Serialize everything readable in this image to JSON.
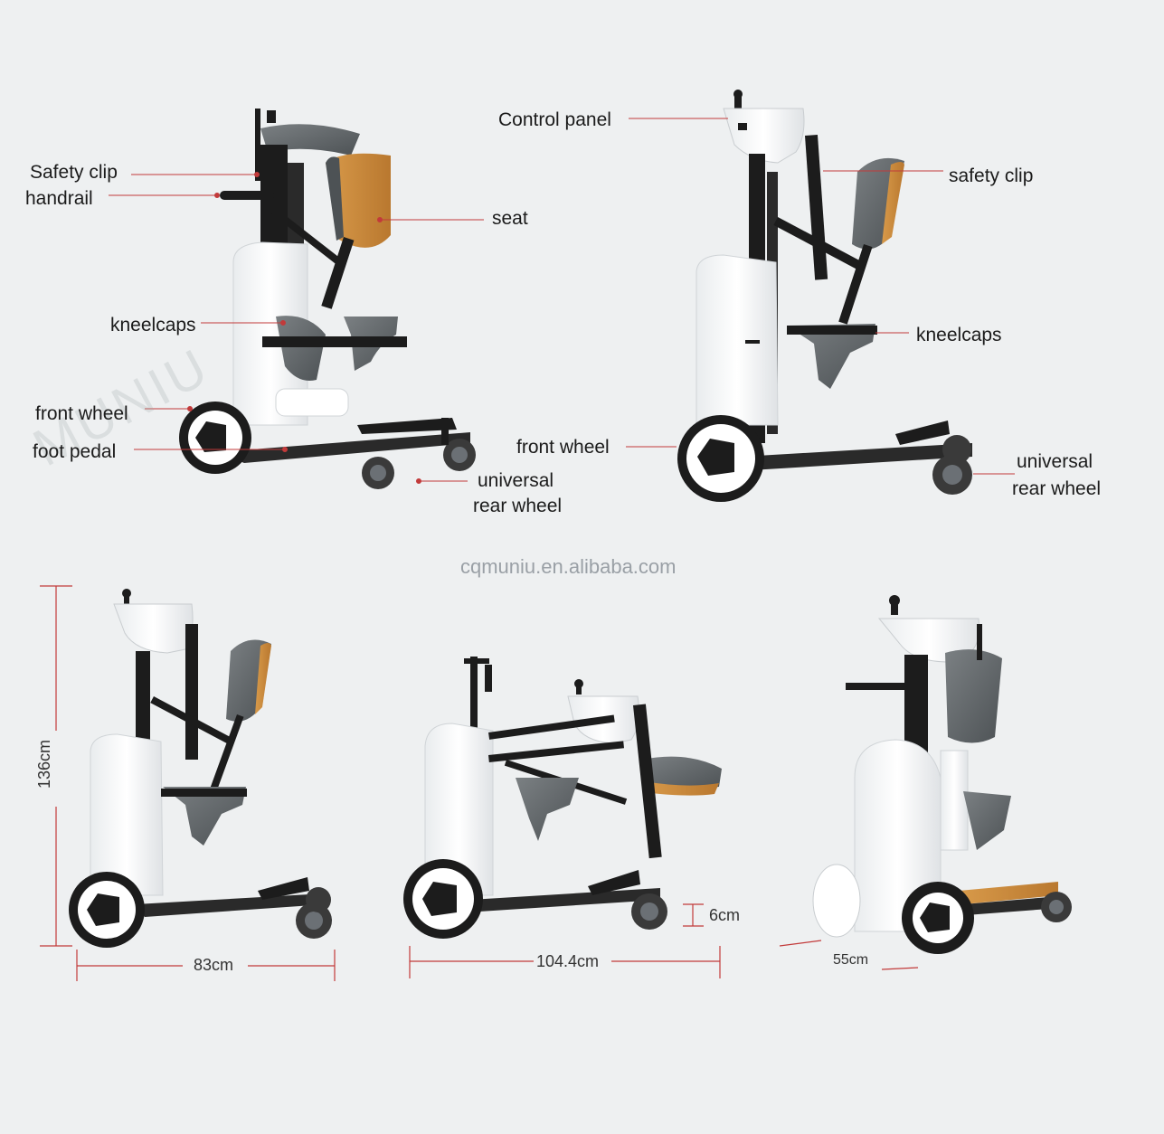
{
  "watermark": "MUNIU",
  "website": "cqmuniu.en.alibaba.com",
  "diagram1": {
    "labels": {
      "safety_clip": "Safety clip",
      "handrail": "handrail",
      "seat": "seat",
      "kneelcaps": "kneelcaps",
      "front_wheel": "front wheel",
      "foot_pedal": "foot pedal",
      "universal": "universal",
      "rear_wheel": "rear wheel"
    }
  },
  "diagram2": {
    "labels": {
      "control_panel": "Control panel",
      "safety_clip": "safety clip",
      "kneelcaps": "kneelcaps",
      "front_wheel": "front wheel",
      "universal": "universal",
      "rear_wheel": "rear wheel"
    }
  },
  "dimensions": {
    "height": "136cm",
    "length_standing": "83cm",
    "length_seated": "104.4cm",
    "clearance": "6cm",
    "width": "55cm"
  },
  "colors": {
    "background": "#eef0f1",
    "frame": "#1c1c1c",
    "shell": "#ffffff",
    "cushion": "#5f6466",
    "wood": "#c98a3c",
    "leader_line": "#c23a3a"
  }
}
